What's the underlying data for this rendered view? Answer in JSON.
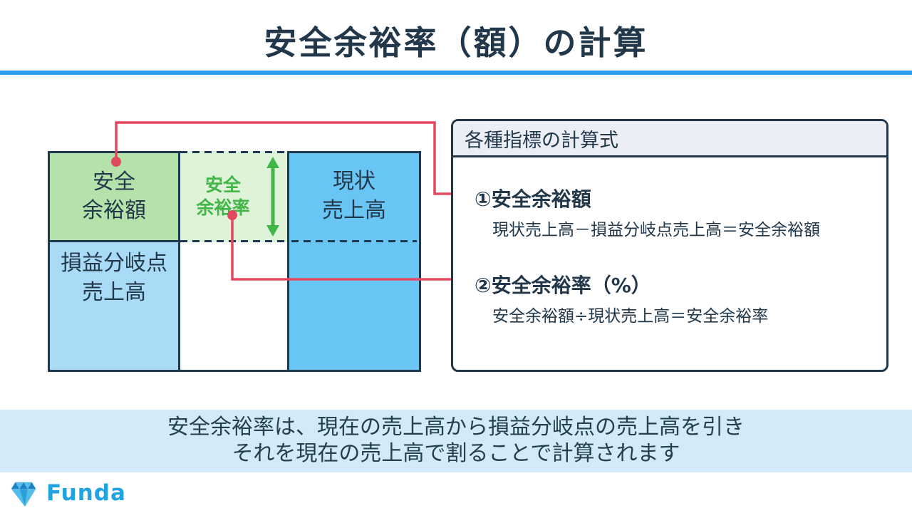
{
  "title": "安全余裕率（額）の計算",
  "diagram": {
    "safety_margin_amount_box": {
      "line1": "安全",
      "line2": "余裕額"
    },
    "breakeven_sales_box": {
      "line1": "損益分岐点",
      "line2": "売上高"
    },
    "safety_margin_rate_label": {
      "line1": "安全",
      "line2": "余裕率"
    },
    "current_sales_box": {
      "line1": "現状",
      "line2": "売上高"
    }
  },
  "formula_panel": {
    "header": "各種指標の計算式",
    "items": [
      {
        "heading": "①安全余裕額",
        "formula": "現状売上高－損益分岐点売上高＝安全余裕額"
      },
      {
        "heading": "②安全余裕率（%）",
        "formula": "安全余裕額÷現状売上高＝安全余裕率"
      }
    ]
  },
  "footer_note": {
    "line1": "安全余裕率は、現在の売上高から損益分岐点の売上高を引き",
    "line2": "それを現在の売上高で割ることで計算されます"
  },
  "logo": {
    "text": "Funda"
  },
  "colors": {
    "accent_blue_rule": "#2d9cf0",
    "navy_text": "#22384a",
    "box_border_navy": "#1f3a50",
    "green_box": "#b5e2ab",
    "light_green_box": "#def3d8",
    "green_accent": "#43b649",
    "blue_box": "#69c6f4",
    "light_blue_box": "#a9dbf6",
    "red_connector": "#e2495e",
    "panel_header_bg": "#ebeff5",
    "footer_bg": "#d3eaf8",
    "logo_blue": "#21a3e1"
  }
}
